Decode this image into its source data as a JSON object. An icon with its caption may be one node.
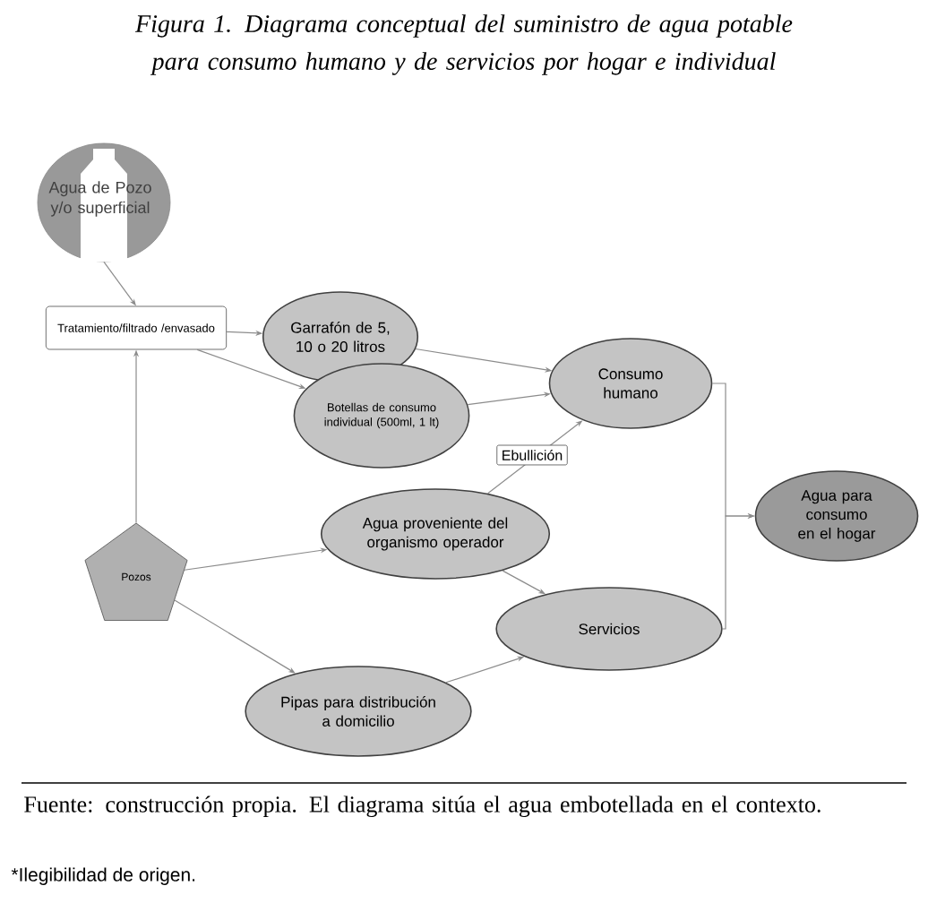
{
  "diagram": {
    "title": "Figura 1. Diagrama conceptual del suministro de agua potable para consumo humano y de servicios por hogar e individual",
    "caption": "Fuente: construcción propia. El diagrama sitúa el agua embotellada en el contexto.",
    "nodes": [
      {
        "text": [
          "Agua de Pozo y/o superficial"
        ]
      },
      {
        "text": [
          "Tratamiento/filtrado /envasado"
        ]
      },
      {
        "text": [
          "Garrafón de 5, 10 o 20 litros"
        ]
      },
      {
        "text": [
          "Botellas de consumo individual (500ml, 1 lt)"
        ]
      },
      {
        "text": [
          "Consumo humano"
        ]
      },
      {
        "text": [
          "Pozos"
        ]
      },
      {
        "text": [
          "Agua proveniente del organismo operador"
        ]
      },
      {
        "text": [
          "Servicios"
        ]
      },
      {
        "text": [
          "Pipas para distribución a domicilio"
        ]
      },
      {
        "text": [
          "Agua para consumo en el hogar"
        ]
      }
    ],
    "edges": [
      {
        "from": 0,
        "to": 1,
        "arrow": "to"
      },
      {
        "from": 1,
        "to": 2,
        "arrow": "to"
      },
      {
        "from": 1,
        "to": 3,
        "arrow": "to"
      },
      {
        "from": 2,
        "to": 4,
        "arrow": "to"
      },
      {
        "from": 3,
        "to": 4,
        "arrow": "to"
      },
      {
        "from": 5,
        "to": 1,
        "arrow": "to"
      },
      {
        "from": 5,
        "to": 6,
        "arrow": "to"
      },
      {
        "from": 5,
        "to": 8,
        "arrow": "to"
      },
      {
        "from": 6,
        "to": 4,
        "arrow": "to",
        "label": "Ebullición"
      },
      {
        "from": 6,
        "to": 7,
        "arrow": "to"
      },
      {
        "from": 8,
        "to": 7,
        "arrow": "to"
      },
      {
        "from": 4,
        "to": 9,
        "arrow": "to"
      },
      {
        "from": 7,
        "to": 9,
        "arrow": "to"
      }
    ],
    "labels": [
      "*Ilegibilidad de origen."
    ]
  }
}
